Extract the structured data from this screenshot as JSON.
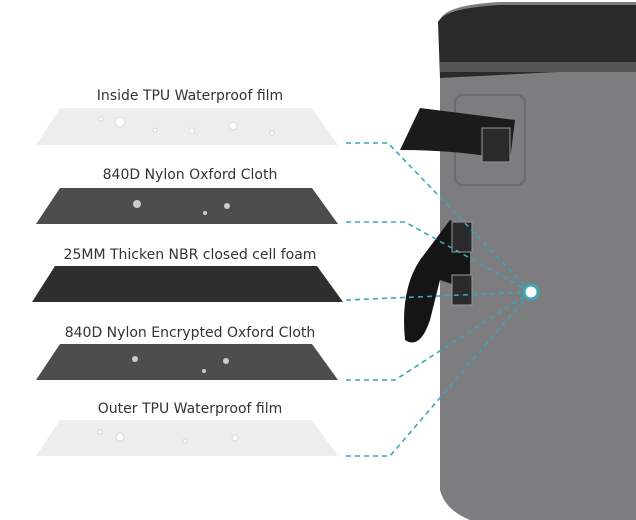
{
  "layers": [
    {
      "label": "Inside TPU Waterproof film"
    },
    {
      "label": "840D Nylon Oxford Cloth"
    },
    {
      "label": "25MM Thicken NBR closed cell foam"
    },
    {
      "label": "840D Nylon Encrypted Oxford Cloth"
    },
    {
      "label": "Outer TPU Waterproof film"
    }
  ],
  "colors": {
    "accent": "#3aa6b9",
    "bag": "#7a7a7a",
    "film": "#ececec",
    "cloth": "#4a4a4a",
    "foam": "#2e2e2e"
  }
}
